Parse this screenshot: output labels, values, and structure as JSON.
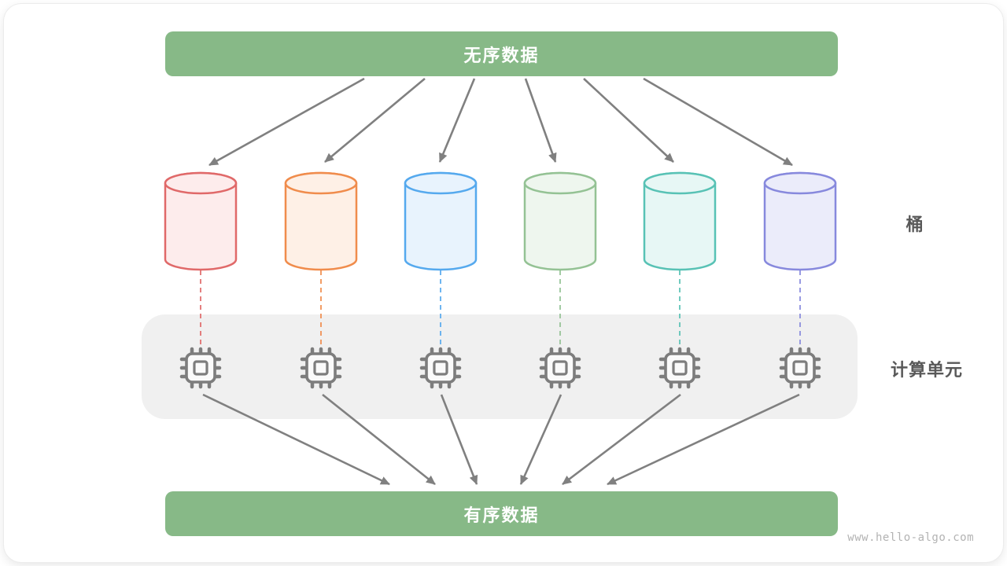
{
  "diagram": {
    "top_bar_label": "无序数据",
    "bottom_bar_label": "有序数据",
    "right_labels": {
      "buckets": "桶",
      "compute_units": "计算单元"
    },
    "watermark": "www.hello-algo.com"
  },
  "colors": {
    "bar_green": "#87b987",
    "band_gray": "#f0f0f0",
    "arrow_gray": "#808080",
    "cpu_gray": "#7d7d7d",
    "label_gray": "#595959",
    "watermark_gray": "#b3b3b3"
  },
  "buckets": [
    {
      "name": "bucket-1",
      "stroke": "#e06969",
      "fill": "#fdecec"
    },
    {
      "name": "bucket-2",
      "stroke": "#f08c4c",
      "fill": "#fef0e6"
    },
    {
      "name": "bucket-3",
      "stroke": "#55a9ee",
      "fill": "#e8f3fd"
    },
    {
      "name": "bucket-4",
      "stroke": "#94c294",
      "fill": "#eef6ee"
    },
    {
      "name": "bucket-5",
      "stroke": "#58c2b5",
      "fill": "#e7f7f5"
    },
    {
      "name": "bucket-6",
      "stroke": "#8789dd",
      "fill": "#ebecfa"
    }
  ]
}
